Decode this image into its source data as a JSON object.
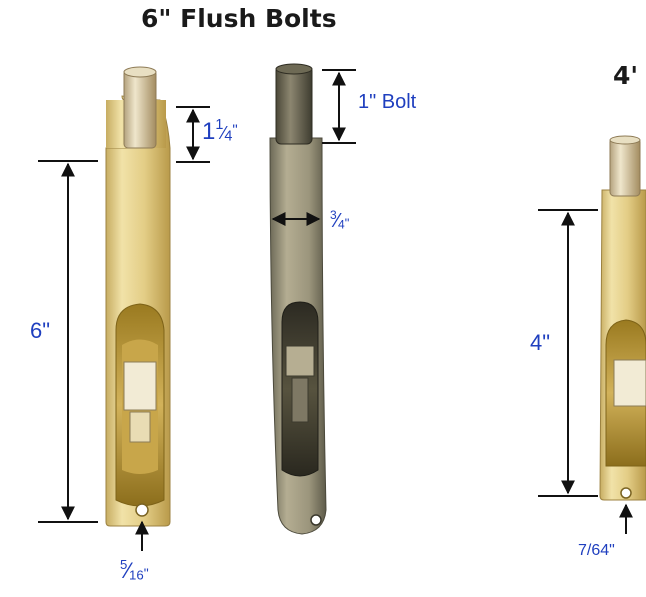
{
  "titles": {
    "main": "6\" Flush Bolts",
    "right_partial": "4'"
  },
  "dimensions": {
    "bolt_head_height": {
      "whole": "1",
      "num": "1",
      "den": "4",
      "unit": "\""
    },
    "length_six": "6\"",
    "hole_six": {
      "num": "5",
      "den": "16",
      "unit": "\""
    },
    "bolt_label": "1\" Bolt",
    "width_antique": {
      "num": "3",
      "den": "4",
      "unit": "\""
    },
    "length_four": "4\"",
    "hole_four": "7/64\""
  },
  "colors": {
    "brass": "#d8c17a",
    "brass_dark": "#a8882c",
    "antique_brass": "#8a8570",
    "dimension_text": "#1f3fbf"
  }
}
